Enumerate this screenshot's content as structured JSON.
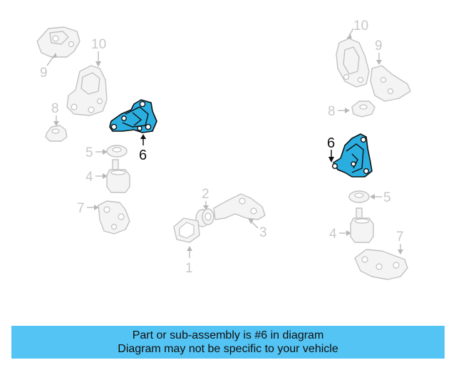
{
  "diagram": {
    "labels": {
      "left_10": "10",
      "left_9": "9",
      "left_8": "8",
      "left_6": "6",
      "left_5": "5",
      "left_4": "4",
      "left_7": "7",
      "mid_2": "2",
      "mid_3": "3",
      "mid_1": "1",
      "right_10": "10",
      "right_9": "9",
      "right_8": "8",
      "right_6": "6",
      "right_5": "5",
      "right_4": "4",
      "right_7": "7"
    },
    "highlight_color": "#2aaee0",
    "ghost_color": "#c2c2c2"
  },
  "banner": {
    "line1": "Part or sub-assembly is #6 in diagram",
    "line2": "Diagram may not be specific to your vehicle",
    "background": "#54c4f4"
  }
}
